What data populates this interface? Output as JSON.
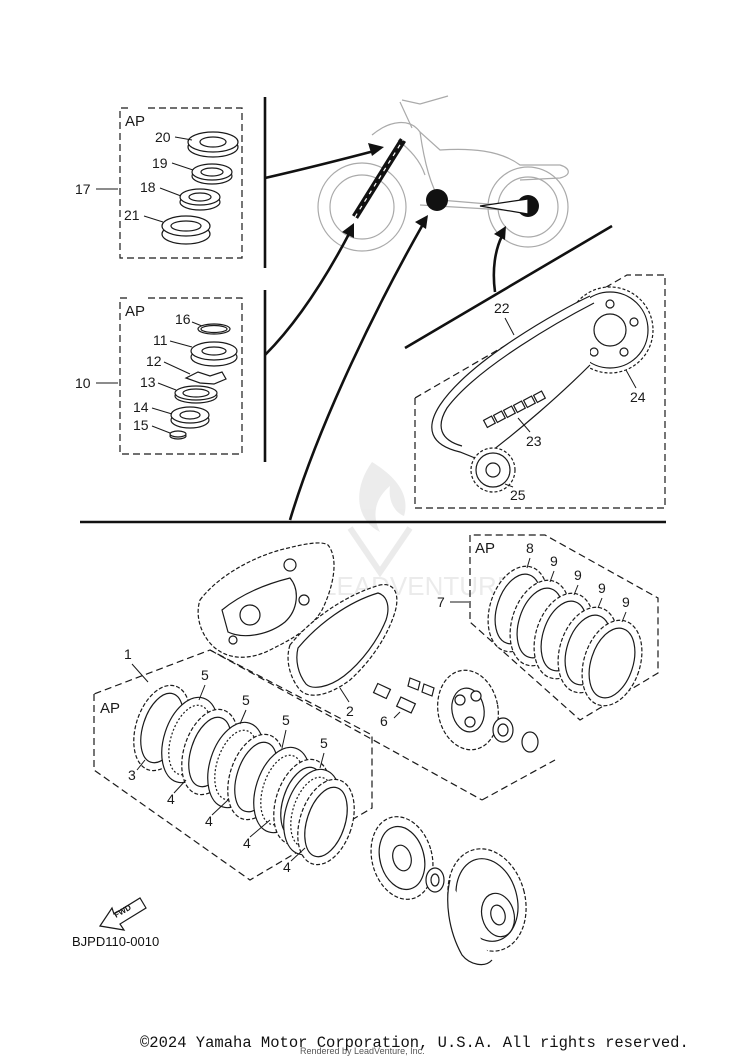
{
  "diagram": {
    "code": "BJPD110-0010",
    "fwd_label": "FWD",
    "copyright": "©2024 Yamaha Motor Corporation, U.S.A. All rights reserved.",
    "rendered_by": "Rendered by LeadVenture, Inc.",
    "watermark": "LEADVENTURE"
  },
  "groups": {
    "steering_bearing_upper": {
      "ap_label": "AP",
      "group_number": "17",
      "parts": [
        "20",
        "19",
        "18",
        "21"
      ]
    },
    "steering_bearing_lower": {
      "ap_label": "AP",
      "group_number": "10",
      "parts": [
        "16",
        "11",
        "12",
        "13",
        "14",
        "15"
      ]
    },
    "drive_chain": {
      "parts": [
        "22",
        "24",
        "23",
        "25"
      ]
    },
    "friction_plates": {
      "ap_label": "AP",
      "group_number": "7",
      "parts": [
        "8",
        "9",
        "9",
        "9",
        "9"
      ]
    },
    "clutch_plates": {
      "ap_label": "AP",
      "group_number": "1",
      "parts": [
        "5",
        "5",
        "5",
        "5",
        "3",
        "4",
        "4",
        "4",
        "4"
      ]
    },
    "clutch_other": {
      "parts": [
        "2",
        "6"
      ]
    }
  },
  "colors": {
    "line": "#1a1a1a",
    "silhouette": "#aaaaaa",
    "background": "#ffffff"
  }
}
